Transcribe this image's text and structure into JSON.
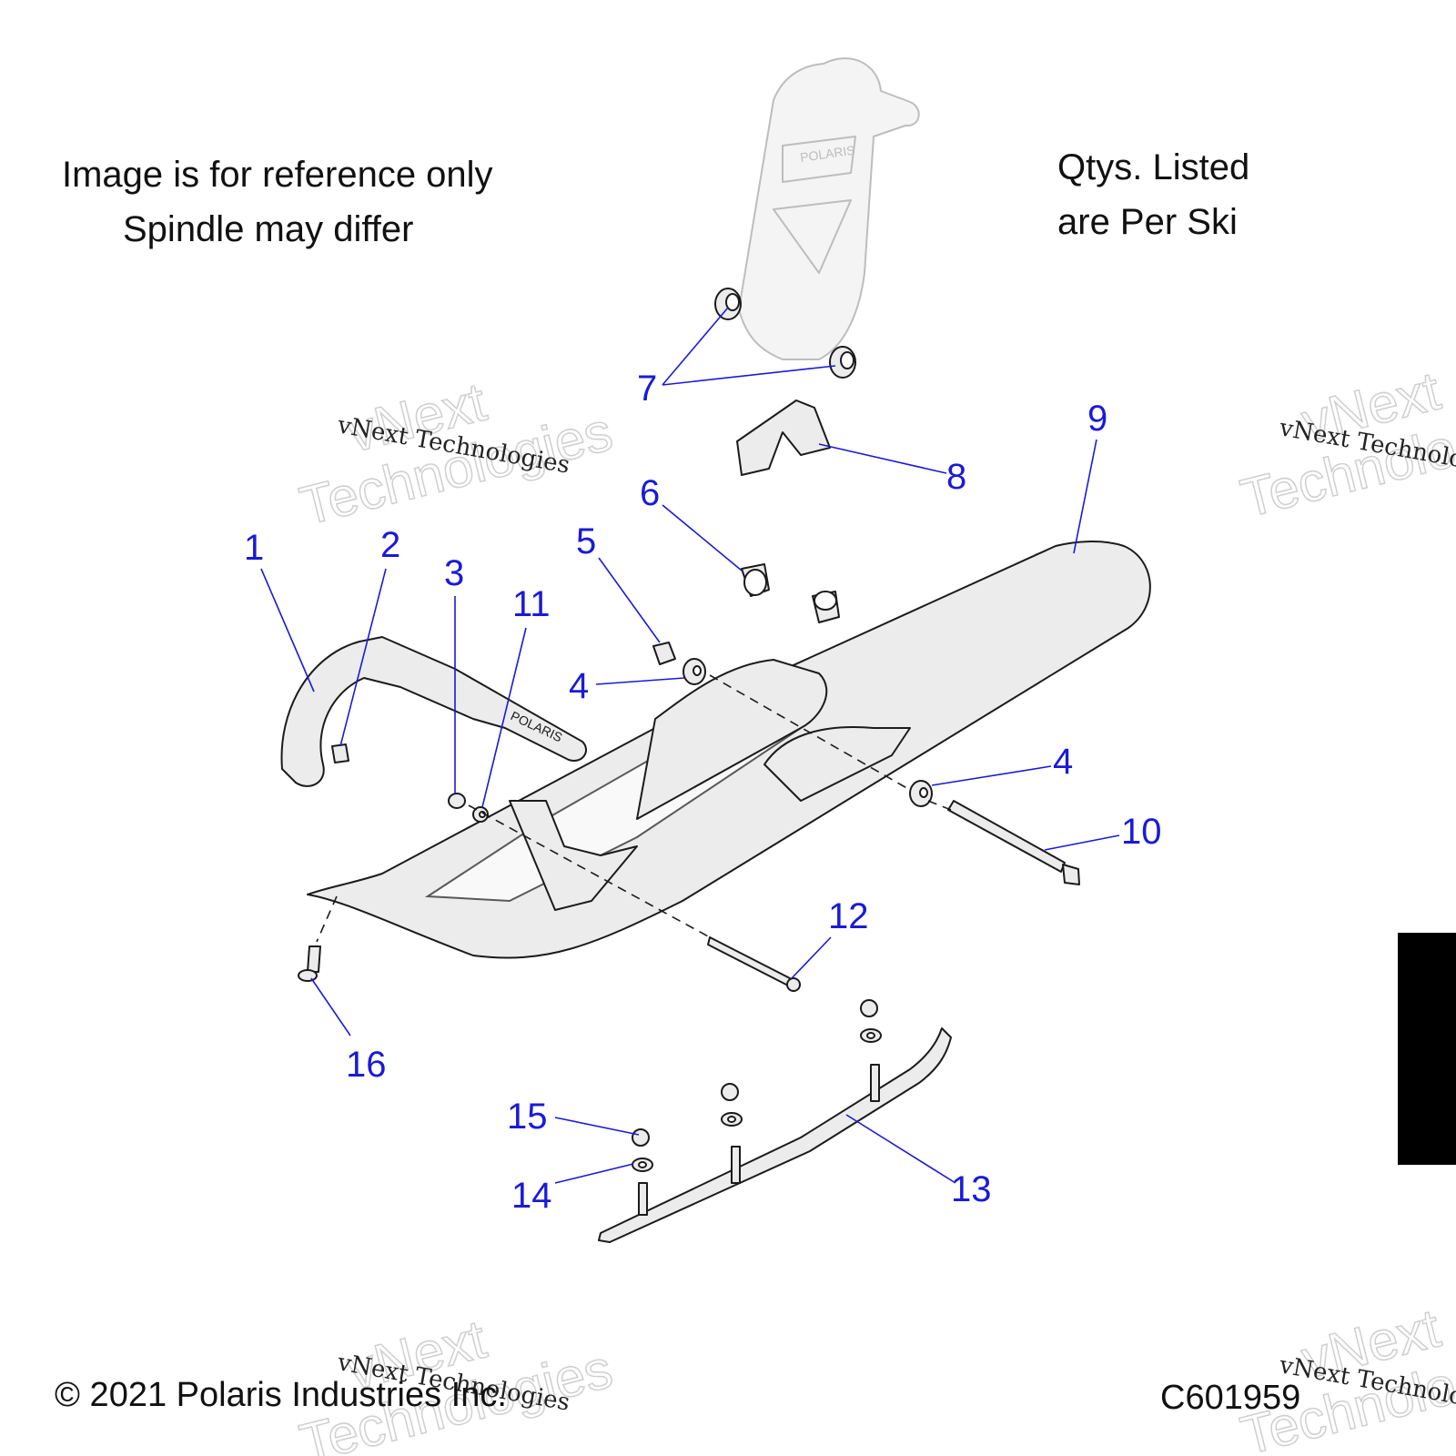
{
  "notes": {
    "reference_line1": "Image is for reference only",
    "reference_line2": "Spindle may differ",
    "qty_line1": "Qtys. Listed",
    "qty_line2": "are Per Ski"
  },
  "footer": {
    "copyright": "© 2021 Polaris Industries Inc.",
    "figure_code": "C601959"
  },
  "watermark": {
    "big_line1": "vNext",
    "big_line2": "Technologies",
    "small": "vNext Technologies"
  },
  "callouts": [
    "1",
    "2",
    "3",
    "4",
    "5",
    "6",
    "7",
    "8",
    "9",
    "10",
    "11",
    "12",
    "13",
    "14",
    "15",
    "16"
  ],
  "colors": {
    "callout": "#1a1ad8",
    "text": "#111111",
    "tab": "#000000"
  }
}
